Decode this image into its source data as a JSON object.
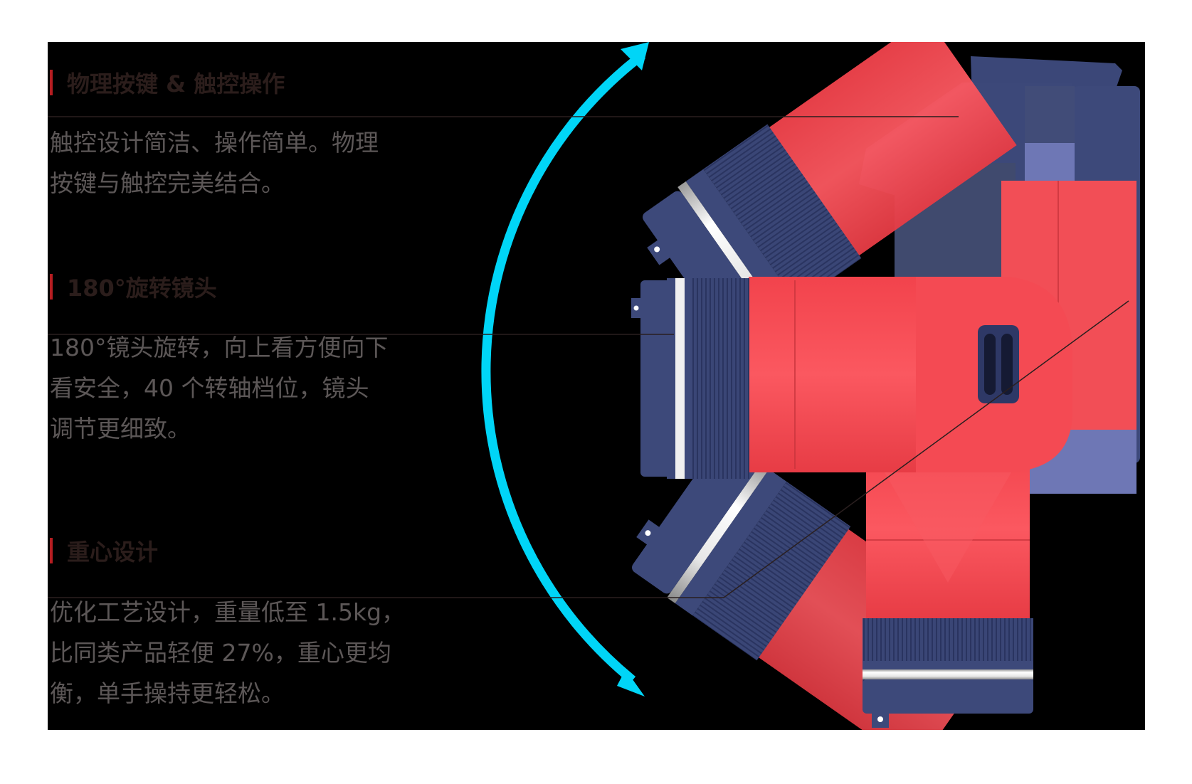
{
  "features": [
    {
      "title": "物理按键 & 触控操作",
      "lines": [
        "触控设计简洁、操作简单。物理",
        "按键与触控完美结合。"
      ]
    },
    {
      "title": "180°旋转镜头",
      "lines": [
        "180°镜头旋转，向上看方便向下",
        "看安全，40 个转轴档位，镜头",
        "调节更细致。"
      ]
    },
    {
      "title": "重心设计",
      "lines": [
        "优化工艺设计，重量低至 1.5kg，",
        "比同类产品轻便 27%，重心更均",
        "衡，单手操持更轻松。"
      ]
    }
  ],
  "colors": {
    "accent_bar": "#b51d21",
    "rotation_arc": "#00d5f7",
    "camera_body": "#f64a52",
    "camera_trim": "#3d4a7a"
  },
  "illustration": {
    "subject": "thermal camera with rotating lens",
    "rotation_range": "180°"
  }
}
